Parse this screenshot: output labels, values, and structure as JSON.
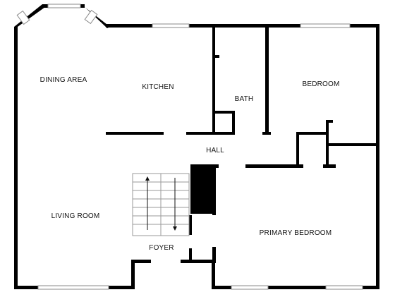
{
  "floorplan": {
    "rooms": {
      "dining_area": "DINING AREA",
      "kitchen": "KITCHEN",
      "bath": "BATH",
      "bedroom": "BEDROOM",
      "hall": "HALL",
      "living_room": "LIVING ROOM",
      "primary_bedroom": "PRIMARY BEDROOM",
      "foyer": "FOYER"
    },
    "colors": {
      "wall": "#000000",
      "background": "#ffffff",
      "window_frame": "#8a8a8a",
      "stairs": "#9a9a9a"
    }
  }
}
